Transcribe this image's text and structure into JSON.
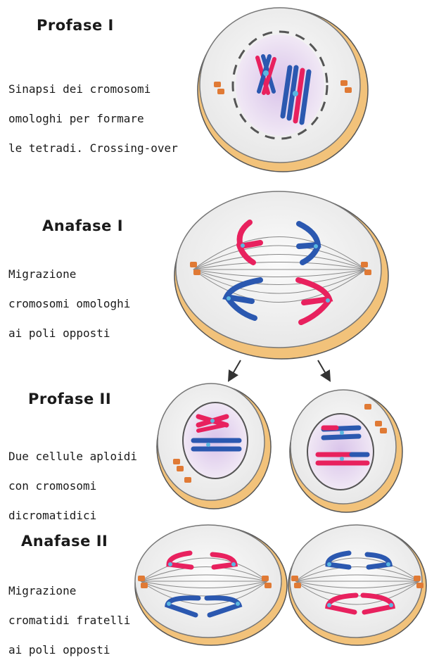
{
  "stages": [
    {
      "id": "profase-1",
      "title": "Profase I",
      "description": [
        "Sinapsi dei cromosomi",
        "omologhi per formare",
        "le tetradi. Crossing-over"
      ]
    },
    {
      "id": "anafase-1",
      "title": "Anafase I",
      "description": [
        "Migrazione",
        "cromosomi omologhi",
        "ai poli opposti"
      ]
    },
    {
      "id": "profase-2",
      "title": "Profase II",
      "description": [
        "Due cellule aploidi",
        "con cromosomi",
        "dicromatidici"
      ]
    },
    {
      "id": "anafase-2",
      "title": "Anafase II",
      "description": [
        "Migrazione",
        "cromatidi fratelli",
        "ai poli opposti"
      ]
    }
  ],
  "colors": {
    "chromosome_red": "#e8215e",
    "chromosome_blue": "#2b58b0",
    "cell_edge": "#f2c27a",
    "nucleus": "#e9dcf0",
    "centriole": "#e07a35"
  }
}
